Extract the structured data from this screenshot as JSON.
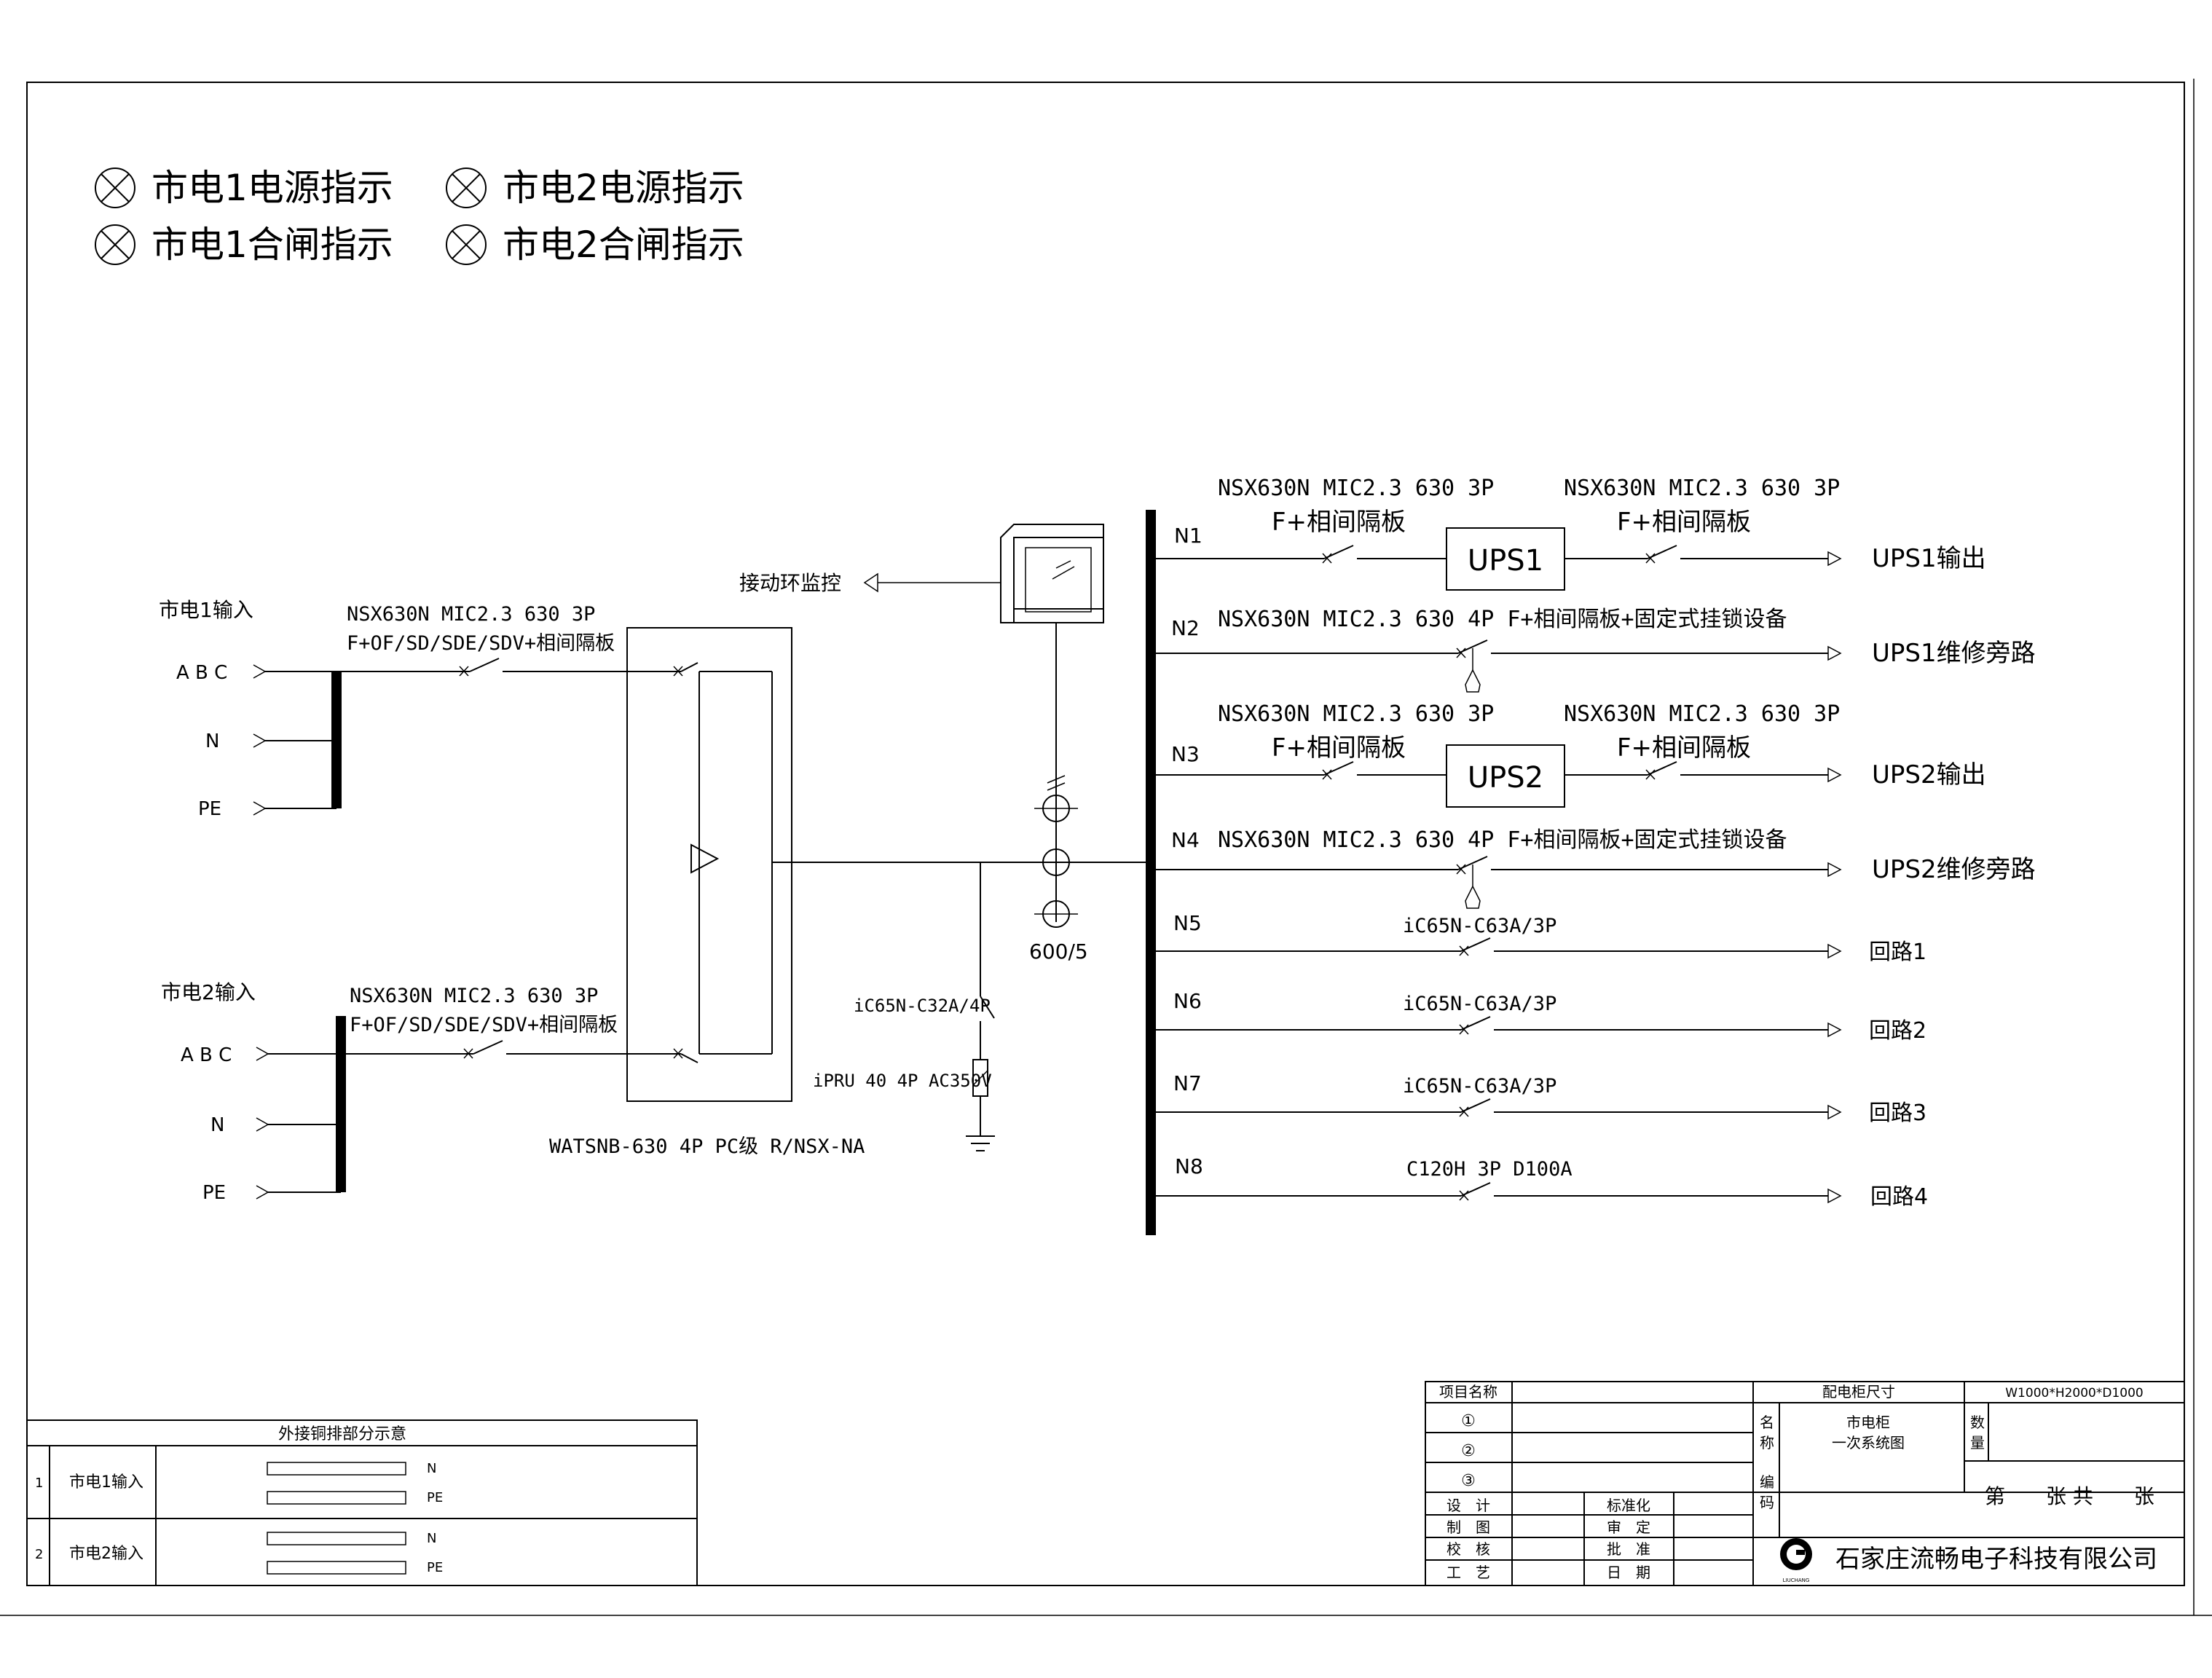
{
  "legend": {
    "items": [
      {
        "label": "市电1电源指示"
      },
      {
        "label": "市电2电源指示"
      },
      {
        "label": "市电1合闸指示"
      },
      {
        "label": "市电2合闸指示"
      }
    ]
  },
  "inputs": [
    {
      "title": "市电1输入",
      "phases": "A B C",
      "n": "N",
      "pe": "PE",
      "breaker_model": "NSX630N MIC2.3 630 3P",
      "breaker_accessories": "F+OF/SD/SDE/SDV+相间隔板"
    },
    {
      "title": "市电2输入",
      "phases": "A B C",
      "n": "N",
      "pe": "PE",
      "breaker_model": "NSX630N MIC2.3 630 3P",
      "breaker_accessories": "F+OF/SD/SDE/SDV+相间隔板"
    }
  ],
  "ats": {
    "label": "WATSNB-630 4P PC级 R/NSX-NA"
  },
  "monitor": {
    "label": "接动环监控"
  },
  "ct": {
    "label": "600/5"
  },
  "spd": {
    "breaker": "iC65N-C32A/4P",
    "arrester": "iPRU 40 4P AC350V"
  },
  "circuits": [
    {
      "id": "N1",
      "breaker_top": "NSX630N MIC2.3 630 3P",
      "breaker_sub": "F+相间隔板",
      "ups": "UPS1",
      "out_breaker_top": "NSX630N MIC2.3 630 3P",
      "out_breaker_sub": "F+相间隔板",
      "output": "UPS1输出"
    },
    {
      "id": "N2",
      "breaker_top": "NSX630N MIC2.3 630 4P F+相间隔板+固定式挂锁设备",
      "output": "UPS1维修旁路"
    },
    {
      "id": "N3",
      "breaker_top": "NSX630N MIC2.3 630 3P",
      "breaker_sub": "F+相间隔板",
      "ups": "UPS2",
      "out_breaker_top": "NSX630N MIC2.3 630 3P",
      "out_breaker_sub": "F+相间隔板",
      "output": "UPS2输出"
    },
    {
      "id": "N4",
      "breaker_top": "NSX630N MIC2.3 630 4P F+相间隔板+固定式挂锁设备",
      "output": "UPS2维修旁路"
    },
    {
      "id": "N5",
      "breaker_top": "iC65N-C63A/3P",
      "output": "回路1"
    },
    {
      "id": "N6",
      "breaker_top": "iC65N-C63A/3P",
      "output": "回路2"
    },
    {
      "id": "N7",
      "breaker_top": "iC65N-C63A/3P",
      "output": "回路3"
    },
    {
      "id": "N8",
      "breaker_top": "C120H 3P D100A",
      "output": "回路4"
    }
  ],
  "copper_table": {
    "title": "外接铜排部分示意",
    "rows": [
      {
        "no": "1",
        "name": "市电1输入",
        "n": "N",
        "pe": "PE"
      },
      {
        "no": "2",
        "name": "市电2输入",
        "n": "N",
        "pe": "PE"
      }
    ]
  },
  "title_block": {
    "project_name_label": "项目名称",
    "rev1": "①",
    "rev2": "②",
    "rev3": "③",
    "cabinet_size_label": "配电柜尺寸",
    "cabinet_size": "W1000*H2000*D1000",
    "name_label_1": "名",
    "name_label_2": "称",
    "name_value_1": "市电柜",
    "name_value_2": "一次系统图",
    "qty_label_1": "数",
    "qty_label_2": "量",
    "code_label_1": "编",
    "code_label_2": "码",
    "sheet": "第　　张 共　　张",
    "design": "设　计",
    "standard": "标准化",
    "drawing": "制　图",
    "review": "审　定",
    "check": "校　核",
    "approve": "批　准",
    "process": "工　艺",
    "date": "日　期",
    "logo_text": "LIUCHANG",
    "company": "石家庄流畅电子科技有限公司"
  }
}
